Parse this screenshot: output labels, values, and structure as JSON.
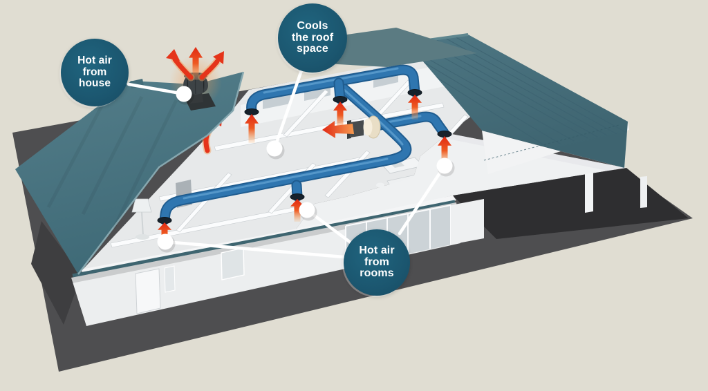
{
  "callouts": {
    "house": {
      "text": "Hot air\nfrom\nhouse"
    },
    "roof": {
      "text": "Cools\nthe roof\nspace"
    },
    "rooms": {
      "text": "Hot air\nfrom\nrooms"
    }
  },
  "colors": {
    "background": "#e0ddd2",
    "callout_bubble": "#1d5a73",
    "duct_blue": "#2f74ae",
    "hot_air_red": "#e23014",
    "hot_air_orange": "#f79f58",
    "roof_teal": "#4c7682",
    "ground_gray": "#4e4e50"
  }
}
